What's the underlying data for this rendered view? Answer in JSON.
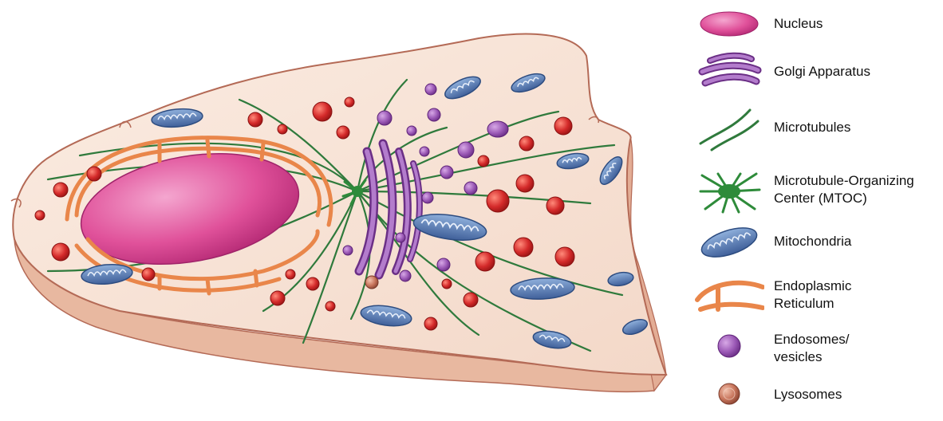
{
  "legend": {
    "items": [
      {
        "id": "nucleus",
        "label": "Nucleus",
        "icon": "nucleus-icon",
        "color": "#e0519a"
      },
      {
        "id": "golgi",
        "label": "Golgi Apparatus",
        "icon": "golgi-icon",
        "color": "#8e52a8"
      },
      {
        "id": "microtubules",
        "label": "Microtubules",
        "icon": "microtubules-icon",
        "color": "#2f7a3c"
      },
      {
        "id": "mtoc",
        "label": "Microtubule-Organizing\nCenter (MTOC)",
        "icon": "mtoc-icon",
        "color": "#2e8b3a"
      },
      {
        "id": "mitochondria",
        "label": "Mitochondria",
        "icon": "mitochondria-icon",
        "color": "#5b7fb5"
      },
      {
        "id": "er",
        "label": "Endoplasmic\nReticulum",
        "icon": "endoplasmic-reticulum-icon",
        "color": "#e9864a"
      },
      {
        "id": "endosomes",
        "label": "Endosomes/\nvesicles",
        "icon": "endosome-icon",
        "color": "#9b59b6"
      },
      {
        "id": "lysosomes",
        "label": "Lysosomes",
        "icon": "lysosome-icon",
        "color": "#b8624a"
      }
    ]
  },
  "colors": {
    "cytoplasm": "#f6e1d3",
    "membrane": "#b46a56",
    "vesicle_red": "#d42a2a"
  }
}
